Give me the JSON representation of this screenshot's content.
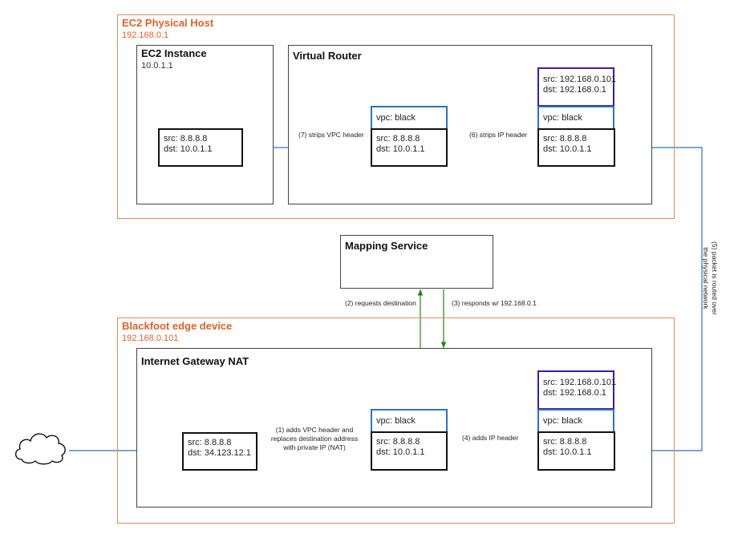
{
  "ec2_host": {
    "title": "EC2 Physical Host",
    "ip": "192.168.0.1"
  },
  "ec2_instance": {
    "title": "EC2 Instance",
    "ip": "10.0.1.1",
    "packet": {
      "src": "src: 8.8.8.8",
      "dst": "dst: 10.0.1.1"
    }
  },
  "virtual_router": {
    "title": "Virtual Router",
    "vpc_packet": {
      "vpc": "vpc: black",
      "src": "src: 8.8.8.8",
      "dst": "dst: 10.0.1.1"
    },
    "encap_packet": {
      "ip_src": "src: 192.168.0.101",
      "ip_dst": "dst: 192.168.0.1",
      "vpc": "vpc: black",
      "src": "src: 8.8.8.8",
      "dst": "dst: 10.0.1.1"
    }
  },
  "mapping_service": {
    "title": "Mapping Service"
  },
  "edge_device": {
    "title": "Blackfoot edge device",
    "ip": "192.168.0.101"
  },
  "gateway": {
    "title": "Internet Gateway NAT",
    "in_packet": {
      "src": "src: 8.8.8.8",
      "dst": "dst: 34.123.12.1"
    },
    "vpc_packet": {
      "vpc": "vpc: black",
      "src": "src: 8.8.8.8",
      "dst": "dst: 10.0.1.1"
    },
    "encap_packet": {
      "ip_src": "src: 192.168.0.101",
      "ip_dst": "dst: 192.168.0.1",
      "vpc": "vpc: black",
      "src": "src: 8.8.8.8",
      "dst": "dst: 10.0.1.1"
    }
  },
  "steps": {
    "s1_line1": "(1) adds VPC header and",
    "s1_line2": "replaces destination address",
    "s1_line3": "with private IP (NAT)",
    "s2": "(2) requests destination",
    "s3": "(3) responds w/ 192.168.0.1",
    "s4": "(4) adds IP header",
    "s5_line1": "(5) packet is routed over",
    "s5_line2": "the physical network",
    "s6": "(6) strips IP header",
    "s7": "(7) strips VPC header"
  },
  "colors": {
    "host_border": "#e08a63",
    "host_text": "#d9622b",
    "vpc_border": "#2f73b5",
    "ip_border": "#3a1ea3",
    "flow_arrow": "#2f73b5",
    "mapping_arrow": "#2e7d1f"
  }
}
